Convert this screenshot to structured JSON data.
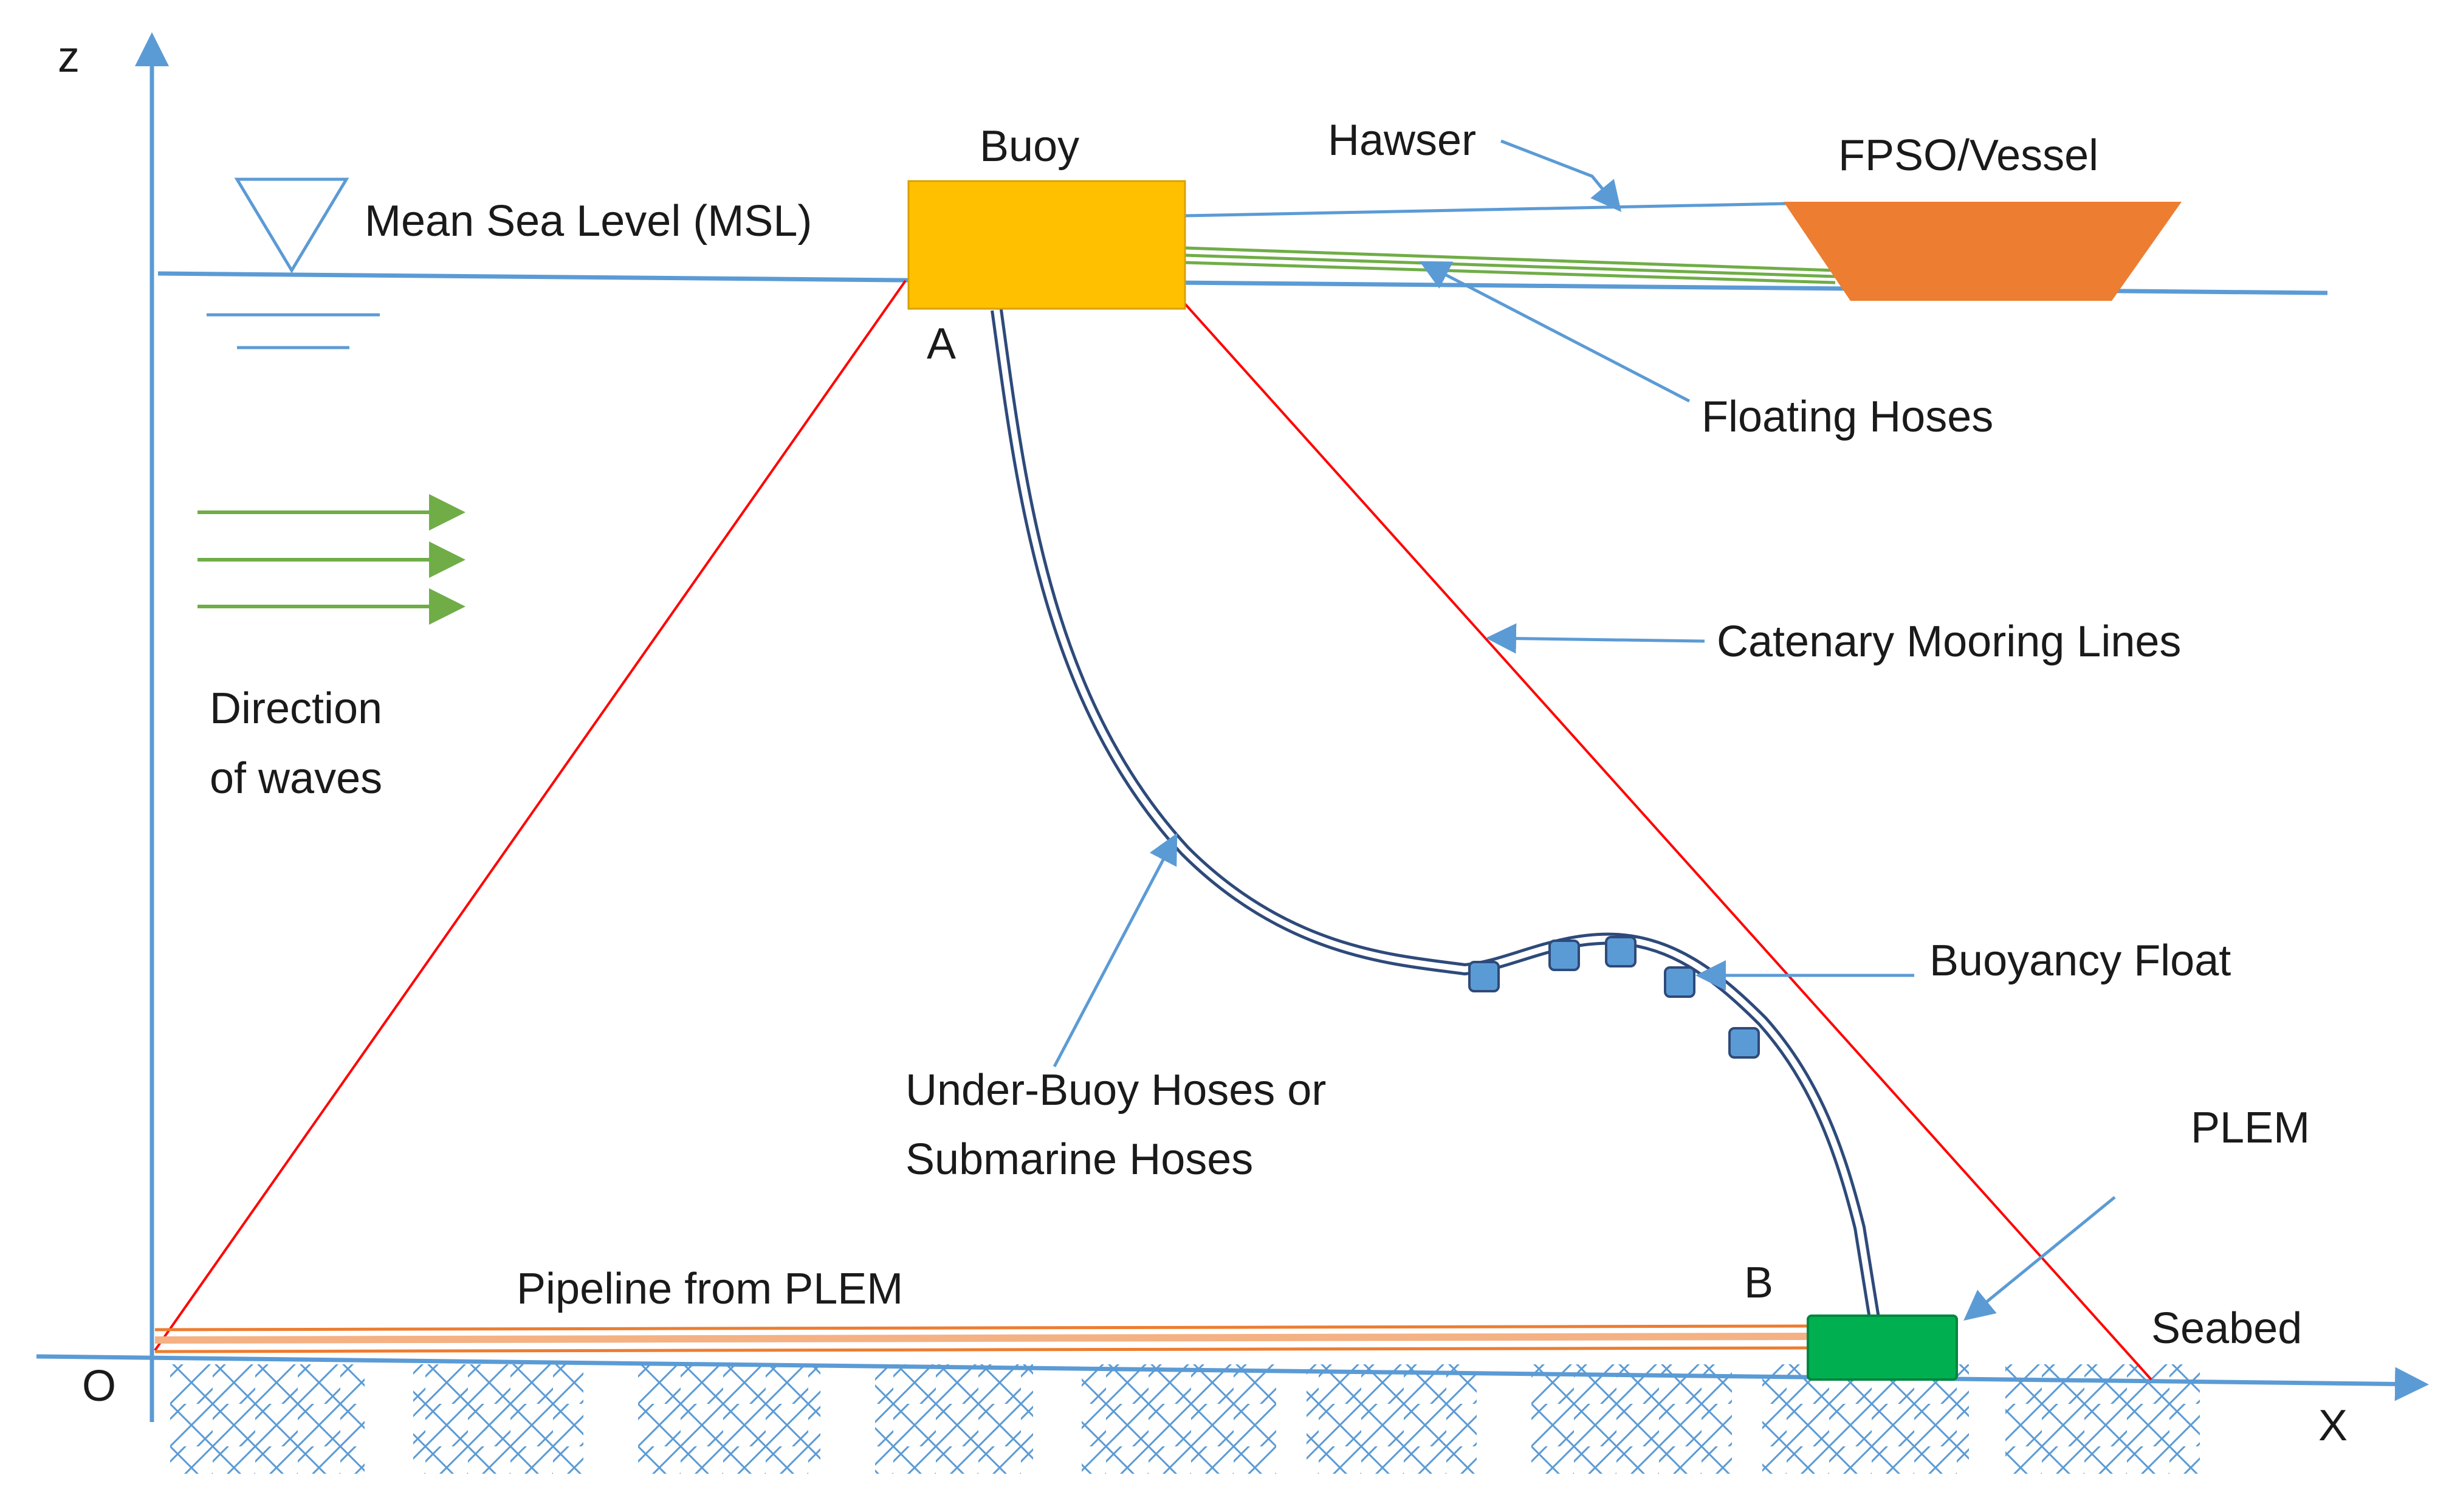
{
  "labels": {
    "z_axis": "z",
    "x_axis": "X",
    "origin": "O",
    "buoy": "Buoy",
    "hawser": "Hawser",
    "fpso": "FPSO/Vessel",
    "msl": "Mean Sea Level (MSL)",
    "point_a": "A",
    "point_b": "B",
    "floating_hoses": "Floating Hoses",
    "catenary": "Catenary Mooring Lines",
    "direction_line1": "Direction",
    "direction_line2": "of waves",
    "buoyancy_float": "Buoyancy Float",
    "plem": "PLEM",
    "under_buoy_line1": "Under-Buoy Hoses or",
    "under_buoy_line2": "Submarine Hoses",
    "pipeline": "Pipeline from PLEM",
    "seabed": "Seabed"
  },
  "colors": {
    "axis": "#5b9bd5",
    "mooring": "#ff0000",
    "hose": "#2e4a7a",
    "floating_hose": "#70ad47",
    "buoy": "#ffc000",
    "vessel": "#ed7d31",
    "plem": "#00b050",
    "pipeline": "#ed7d31",
    "float": "#5b9bd5"
  }
}
